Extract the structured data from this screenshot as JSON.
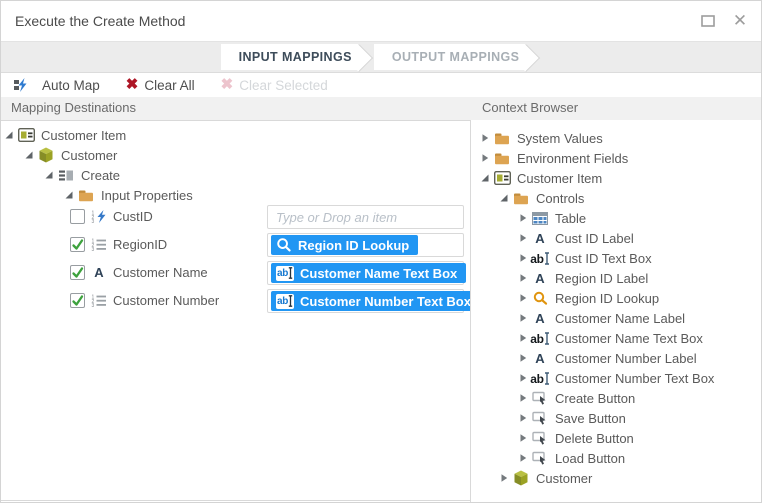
{
  "window": {
    "title": "Execute the Create Method"
  },
  "tabs": [
    {
      "label": "INPUT MAPPINGS",
      "active": true
    },
    {
      "label": "OUTPUT MAPPINGS",
      "active": false
    }
  ],
  "toolbar": {
    "auto_map_label": "Auto Map",
    "clear_all_label": "Clear All",
    "clear_selected_label": "Clear Selected",
    "clear_selected_enabled": false
  },
  "panels": {
    "left_header": "Mapping Destinations",
    "right_header": "Context Browser"
  },
  "mapping_tree": [
    {
      "label": "Customer Item",
      "icon": "view",
      "level": 0,
      "expanded": true
    },
    {
      "label": "Customer",
      "icon": "smartobject",
      "level": 1,
      "expanded": true
    },
    {
      "label": "Create",
      "icon": "method",
      "level": 2,
      "expanded": true
    },
    {
      "label": "Input Properties",
      "icon": "folder",
      "level": 3,
      "expanded": true
    }
  ],
  "properties": [
    {
      "label": "CustID",
      "type_icon": "autonumber",
      "checked": false,
      "field": {
        "placeholder": "Type or Drop an item"
      }
    },
    {
      "label": "RegionID",
      "type_icon": "number",
      "checked": true,
      "field": {
        "chip": "Region ID Lookup",
        "chip_icon": "lookup"
      }
    },
    {
      "label": "Customer Name",
      "type_icon": "text",
      "checked": true,
      "field": {
        "chip": "Customer Name Text Box",
        "chip_icon": "textbox"
      }
    },
    {
      "label": "Customer Number",
      "type_icon": "number",
      "checked": true,
      "field": {
        "chip": "Customer Number Text Box",
        "chip_icon": "textbox"
      }
    }
  ],
  "context_tree": [
    {
      "label": "System Values",
      "icon": "folder",
      "level": 0,
      "expanded": false,
      "collapsible": true
    },
    {
      "label": "Environment Fields",
      "icon": "folder",
      "level": 0,
      "expanded": false,
      "collapsible": true
    },
    {
      "label": "Customer Item",
      "icon": "view",
      "level": 0,
      "expanded": true,
      "collapsible": true
    },
    {
      "label": "Controls",
      "icon": "folder",
      "level": 1,
      "expanded": true,
      "collapsible": true
    },
    {
      "label": "Table",
      "icon": "table",
      "level": 2,
      "expanded": false,
      "collapsible": true
    },
    {
      "label": "Cust ID Label",
      "icon": "label",
      "level": 2,
      "expanded": false,
      "collapsible": true
    },
    {
      "label": "Cust ID Text Box",
      "icon": "textbox",
      "level": 2,
      "expanded": false,
      "collapsible": true
    },
    {
      "label": "Region ID Label",
      "icon": "label",
      "level": 2,
      "expanded": false,
      "collapsible": true
    },
    {
      "label": "Region ID Lookup",
      "icon": "lookup",
      "level": 2,
      "expanded": false,
      "collapsible": true
    },
    {
      "label": "Customer Name Label",
      "icon": "label",
      "level": 2,
      "expanded": false,
      "collapsible": true
    },
    {
      "label": "Customer Name Text Box",
      "icon": "textbox",
      "level": 2,
      "expanded": false,
      "collapsible": true
    },
    {
      "label": "Customer Number Label",
      "icon": "label",
      "level": 2,
      "expanded": false,
      "collapsible": true
    },
    {
      "label": "Customer Number Text Box",
      "icon": "textbox",
      "level": 2,
      "expanded": false,
      "collapsible": true
    },
    {
      "label": "Create Button",
      "icon": "button",
      "level": 2,
      "expanded": false,
      "collapsible": true
    },
    {
      "label": "Save Button",
      "icon": "button",
      "level": 2,
      "expanded": false,
      "collapsible": true
    },
    {
      "label": "Delete Button",
      "icon": "button",
      "level": 2,
      "expanded": false,
      "collapsible": true
    },
    {
      "label": "Load Button",
      "icon": "button",
      "level": 2,
      "expanded": false,
      "collapsible": true
    },
    {
      "label": "Customer",
      "icon": "smartobject",
      "level": 1,
      "expanded": false,
      "collapsible": true
    }
  ],
  "colors": {
    "accent_blue": "#2196f3",
    "olive": "#a3aa31",
    "folder_tan": "#dda452",
    "clear_red": "#ae1626",
    "lookup_orange": "#e0940e",
    "check_green": "#3da23d"
  }
}
